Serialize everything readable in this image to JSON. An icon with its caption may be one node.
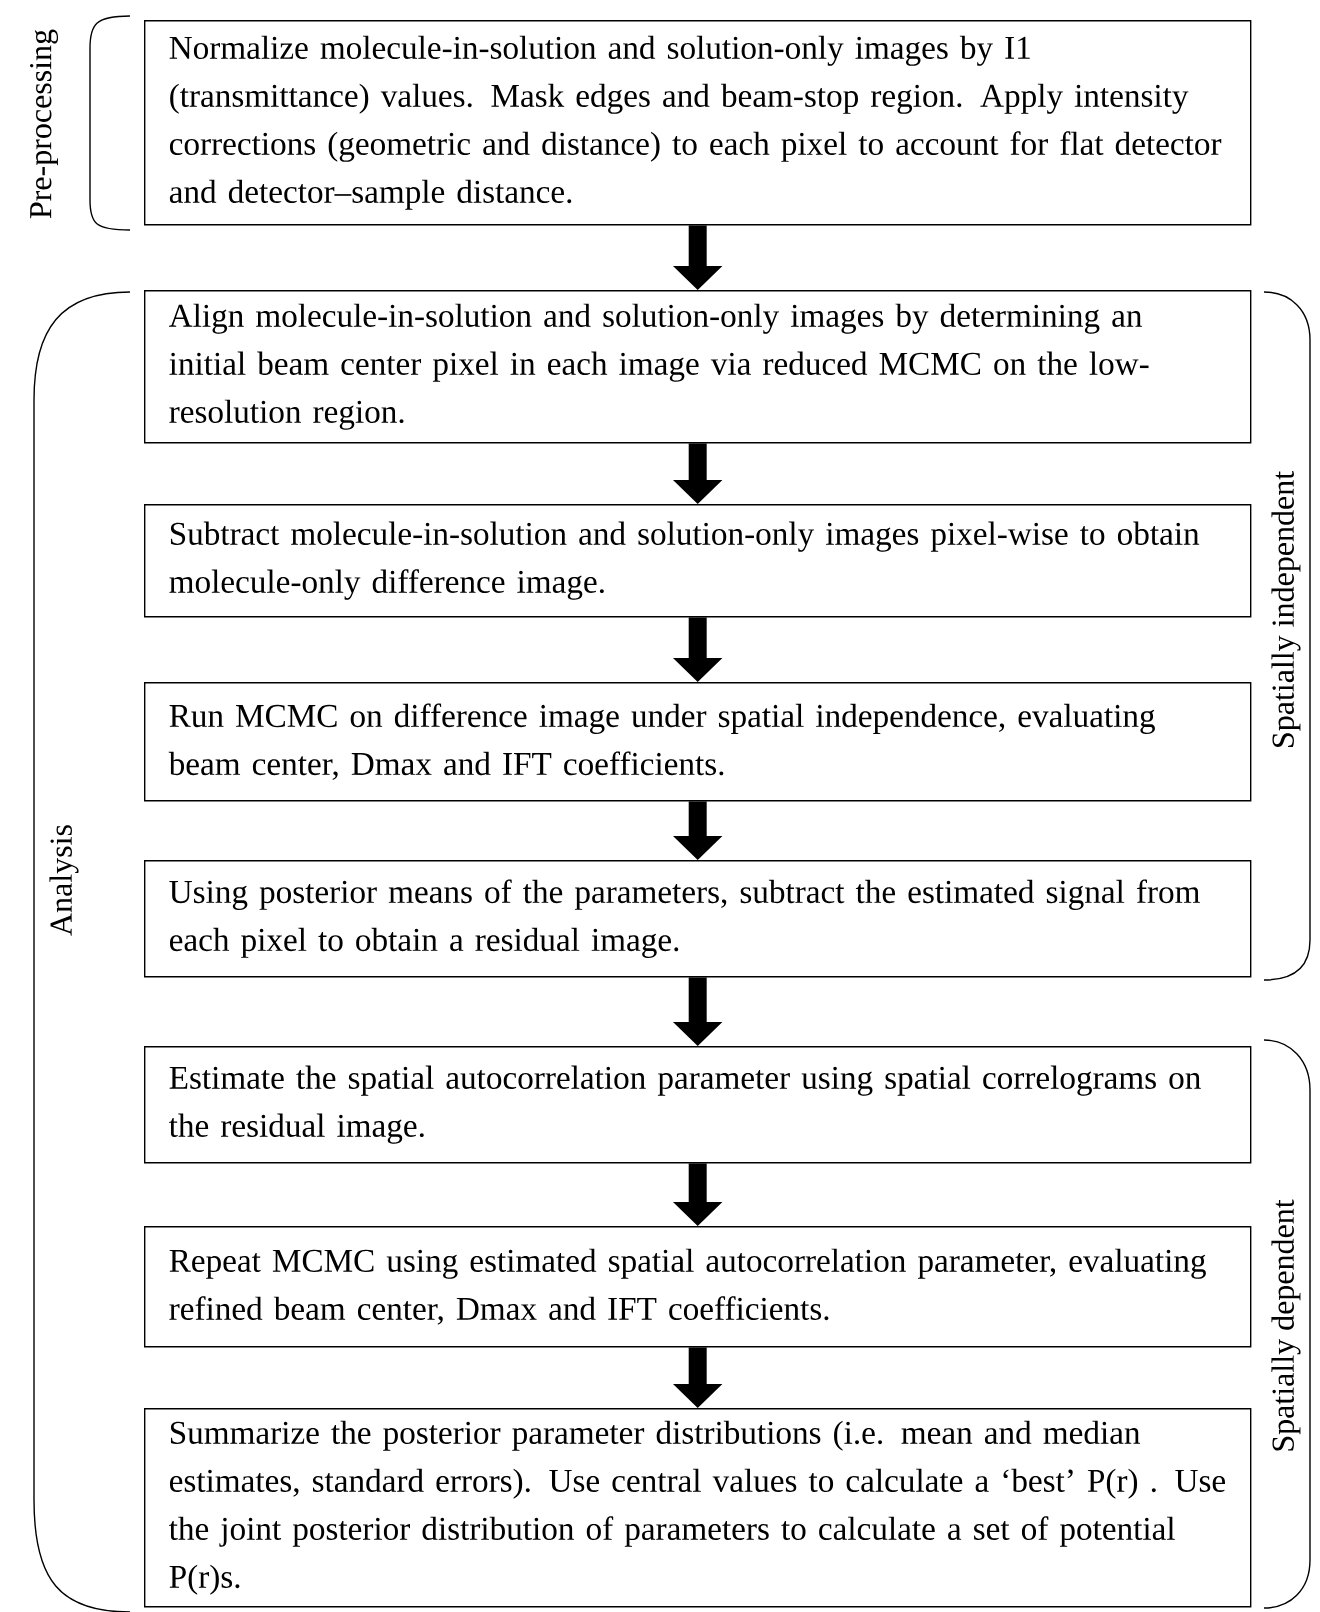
{
  "diagram": {
    "nodes": [
      {
        "text": [
          "Normalize molecule-in-solution and solution-only images by I1 (transmittance) values.  Mask edges and beam-stop region.  Apply intensity corrections (geometric and distance) to each pixel to account for flat detector and detector–sample distance."
        ]
      },
      {
        "text": [
          "Align molecule-in-solution and solution-only images by determining an initial beam center pixel in each image via reduced MCMC on  the low-resolution region."
        ]
      },
      {
        "text": [
          "Subtract molecule-in-solution and solution-only images pixel-wise to obtain molecule-only difference image."
        ]
      },
      {
        "text": [
          "Run MCMC on difference image under spatial independence, evaluating beam center,  Dmax and IFT coefficients."
        ]
      },
      {
        "text": [
          "Using posterior means of the parameters, subtract the estimated signal from each pixel to obtain a residual image."
        ]
      },
      {
        "text": [
          "Estimate the spatial autocorrelation parameter using spatial correlograms on the residual image."
        ]
      },
      {
        "text": [
          "Repeat MCMC using estimated spatial autocorrelation parameter, evaluating refined beam center,  Dmax and IFT coefficients."
        ]
      },
      {
        "text": [
          "Summarize the posterior parameter distributions (i.e. mean and median estimates, standard errors).  Use central values to calculate a  ‘best’  P(r) .  Use the joint posterior distribution of parameters to calculate a set of  potential P(r)s."
        ]
      }
    ],
    "edges": [
      {
        "from": 0,
        "to": 1,
        "arrow": "to"
      },
      {
        "from": 1,
        "to": 2,
        "arrow": "to"
      },
      {
        "from": 2,
        "to": 3,
        "arrow": "to"
      },
      {
        "from": 3,
        "to": 4,
        "arrow": "to"
      },
      {
        "from": 4,
        "to": 5,
        "arrow": "to"
      },
      {
        "from": 5,
        "to": 6,
        "arrow": "to"
      },
      {
        "from": 6,
        "to": 7,
        "arrow": "to"
      }
    ],
    "labels": [
      "Pre-processing",
      "Analysis",
      "Spatially independent",
      "Spatially dependent"
    ]
  }
}
